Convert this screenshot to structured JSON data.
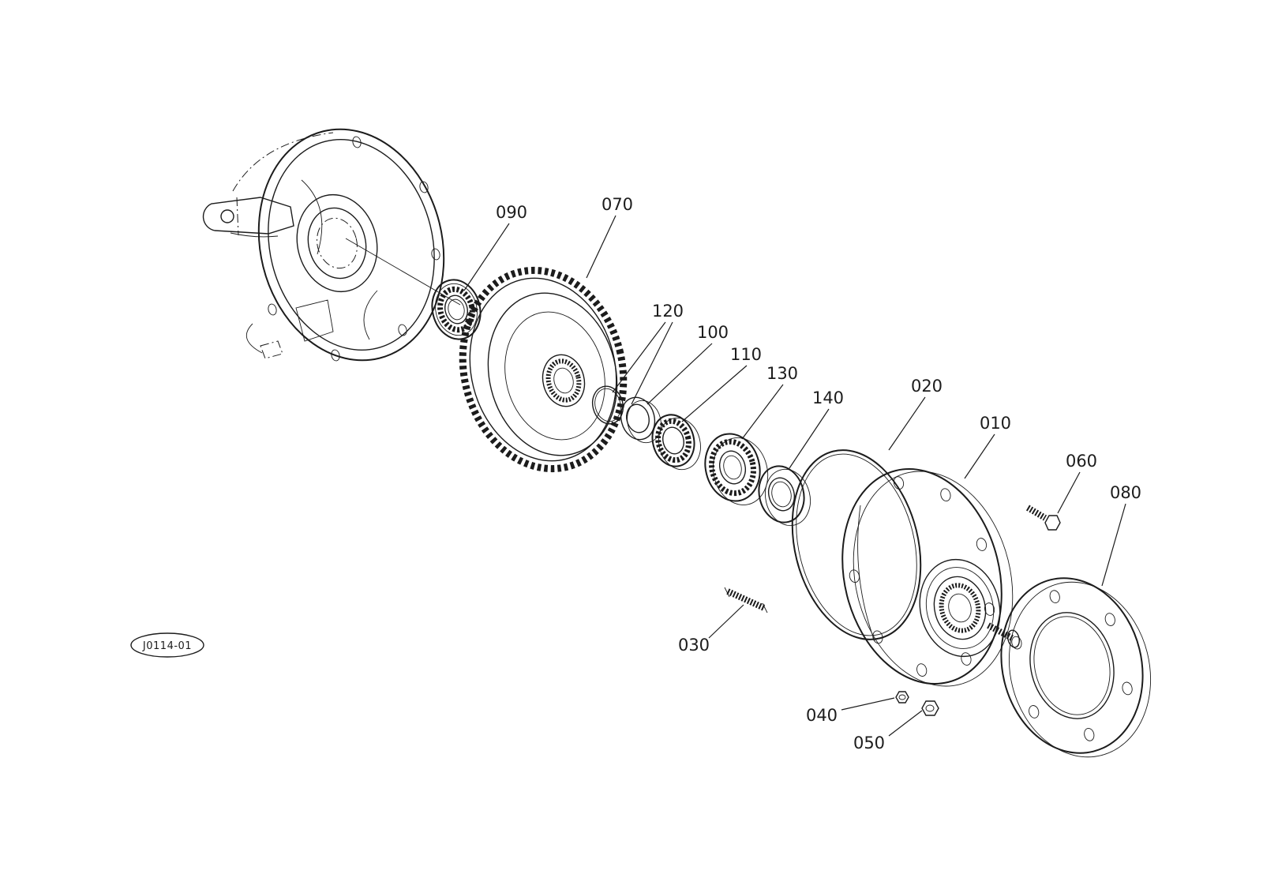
{
  "page": {
    "background": "#ffffff",
    "line_color": "#1c1c1c"
  },
  "diagram": {
    "reference_code": "J0114-01",
    "callouts": {
      "c010": "010",
      "c020": "020",
      "c030": "030",
      "c040": "040",
      "c050": "050",
      "c060": "060",
      "c070": "070",
      "c080": "080",
      "c090": "090",
      "c100": "100",
      "c110": "110",
      "c120": "120",
      "c130": "130",
      "c140": "140"
    }
  }
}
